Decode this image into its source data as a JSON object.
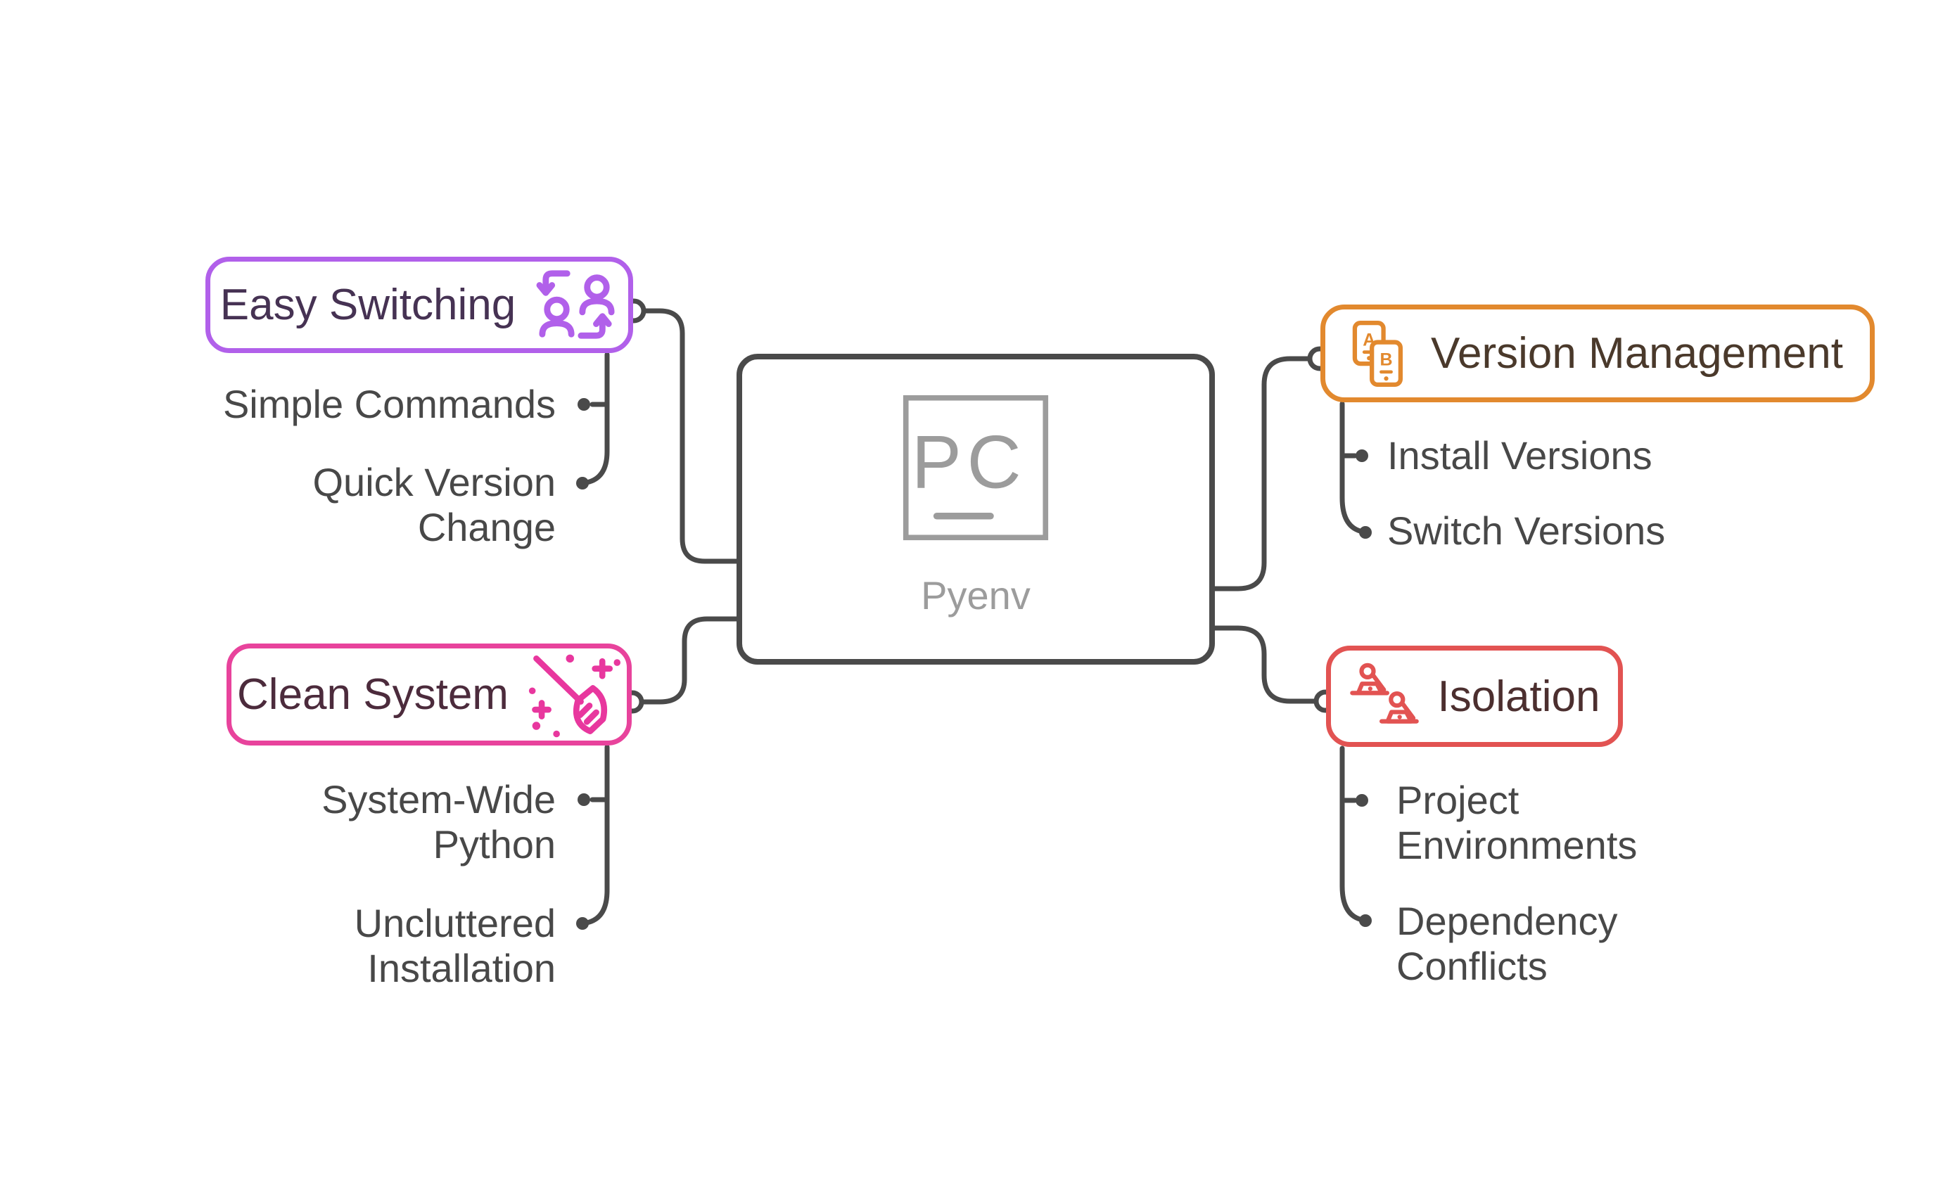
{
  "center": {
    "label": "Pyenv",
    "logo_text": "PC",
    "logo_icon": "pycharm-logo-icon"
  },
  "branches": [
    {
      "id": "easy-switching",
      "label": "Easy Switching",
      "icon": "swap-users-icon",
      "accent_color": "#b160ea",
      "title_color": "#463253",
      "side": "left",
      "children": [
        {
          "lines": [
            "Simple Commands"
          ]
        },
        {
          "lines": [
            "Quick Version",
            "Change"
          ]
        }
      ]
    },
    {
      "id": "clean-system",
      "label": "Clean System",
      "icon": "broom-sparkles-icon",
      "accent_color": "#e8439c",
      "title_color": "#4c2b3c",
      "side": "left",
      "children": [
        {
          "lines": [
            "System-Wide",
            "Python"
          ]
        },
        {
          "lines": [
            "Uncluttered",
            "Installation"
          ]
        }
      ]
    },
    {
      "id": "version-management",
      "label": "Version Management",
      "icon": "phones-ab-icon",
      "accent_color": "#e2892e",
      "title_color": "#4a392b",
      "side": "right",
      "children": [
        {
          "lines": [
            "Install Versions"
          ]
        },
        {
          "lines": [
            "Switch Versions"
          ]
        }
      ]
    },
    {
      "id": "isolation",
      "label": "Isolation",
      "icon": "people-laptops-icon",
      "accent_color": "#e25352",
      "title_color": "#4c2f2f",
      "side": "right",
      "children": [
        {
          "lines": [
            "Project",
            "Environments"
          ]
        },
        {
          "lines": [
            "Dependency",
            "Conflicts"
          ]
        }
      ]
    }
  ],
  "colors": {
    "connector": "#4a4a4a",
    "center_border": "#4a4a4a",
    "logo_gray": "#9c9c9c",
    "child_text": "#484848",
    "background": "#ffffff"
  }
}
